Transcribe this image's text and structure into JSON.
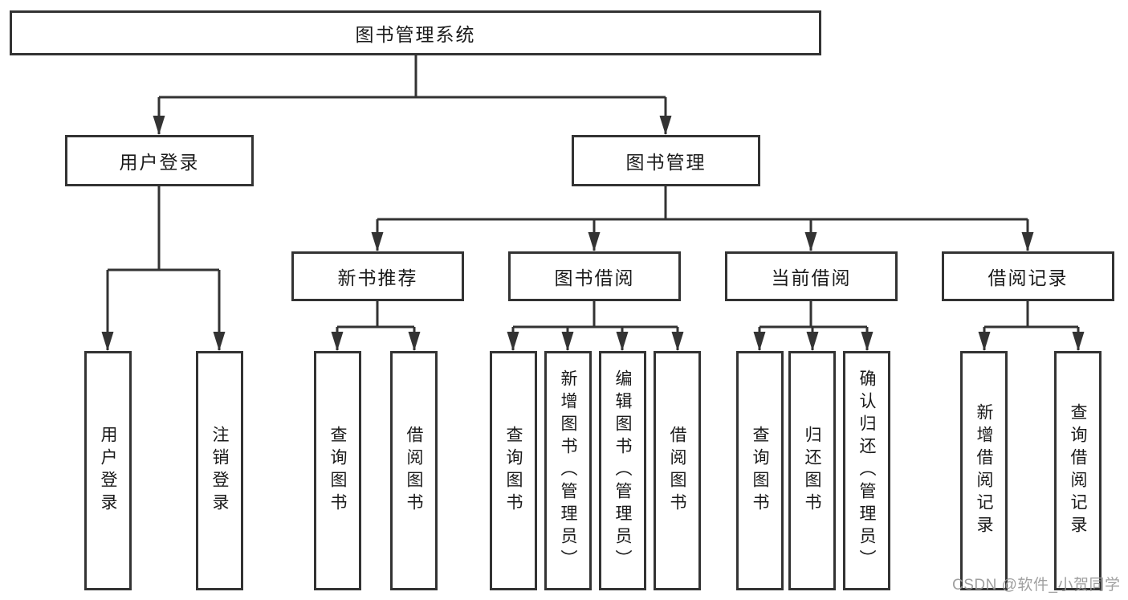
{
  "colors": {
    "line": "#333333",
    "box_border": "#333333",
    "text": "#1a1a1a",
    "watermark": "#989898",
    "background": "#ffffff"
  },
  "watermark": {
    "text": "CSDN @软件_小贺同学"
  },
  "tree": {
    "label": "图书管理系统",
    "children": [
      {
        "label": "用户登录",
        "children": [
          {
            "label": "用户登录"
          },
          {
            "label": "注销登录"
          }
        ]
      },
      {
        "label": "图书管理",
        "children": [
          {
            "label": "新书推荐",
            "children": [
              {
                "label": "查询图书"
              },
              {
                "label": "借阅图书"
              }
            ]
          },
          {
            "label": "图书借阅",
            "children": [
              {
                "label": "查询图书"
              },
              {
                "label": "新增图书（管理员）"
              },
              {
                "label": "编辑图书（管理员）"
              },
              {
                "label": "借阅图书"
              }
            ]
          },
          {
            "label": "当前借阅",
            "children": [
              {
                "label": "查询图书"
              },
              {
                "label": "归还图书"
              },
              {
                "label": "确认归还（管理员）"
              }
            ]
          },
          {
            "label": "借阅记录",
            "children": [
              {
                "label": "新增借阅记录"
              },
              {
                "label": "查询借阅记录"
              }
            ]
          }
        ]
      }
    ]
  }
}
